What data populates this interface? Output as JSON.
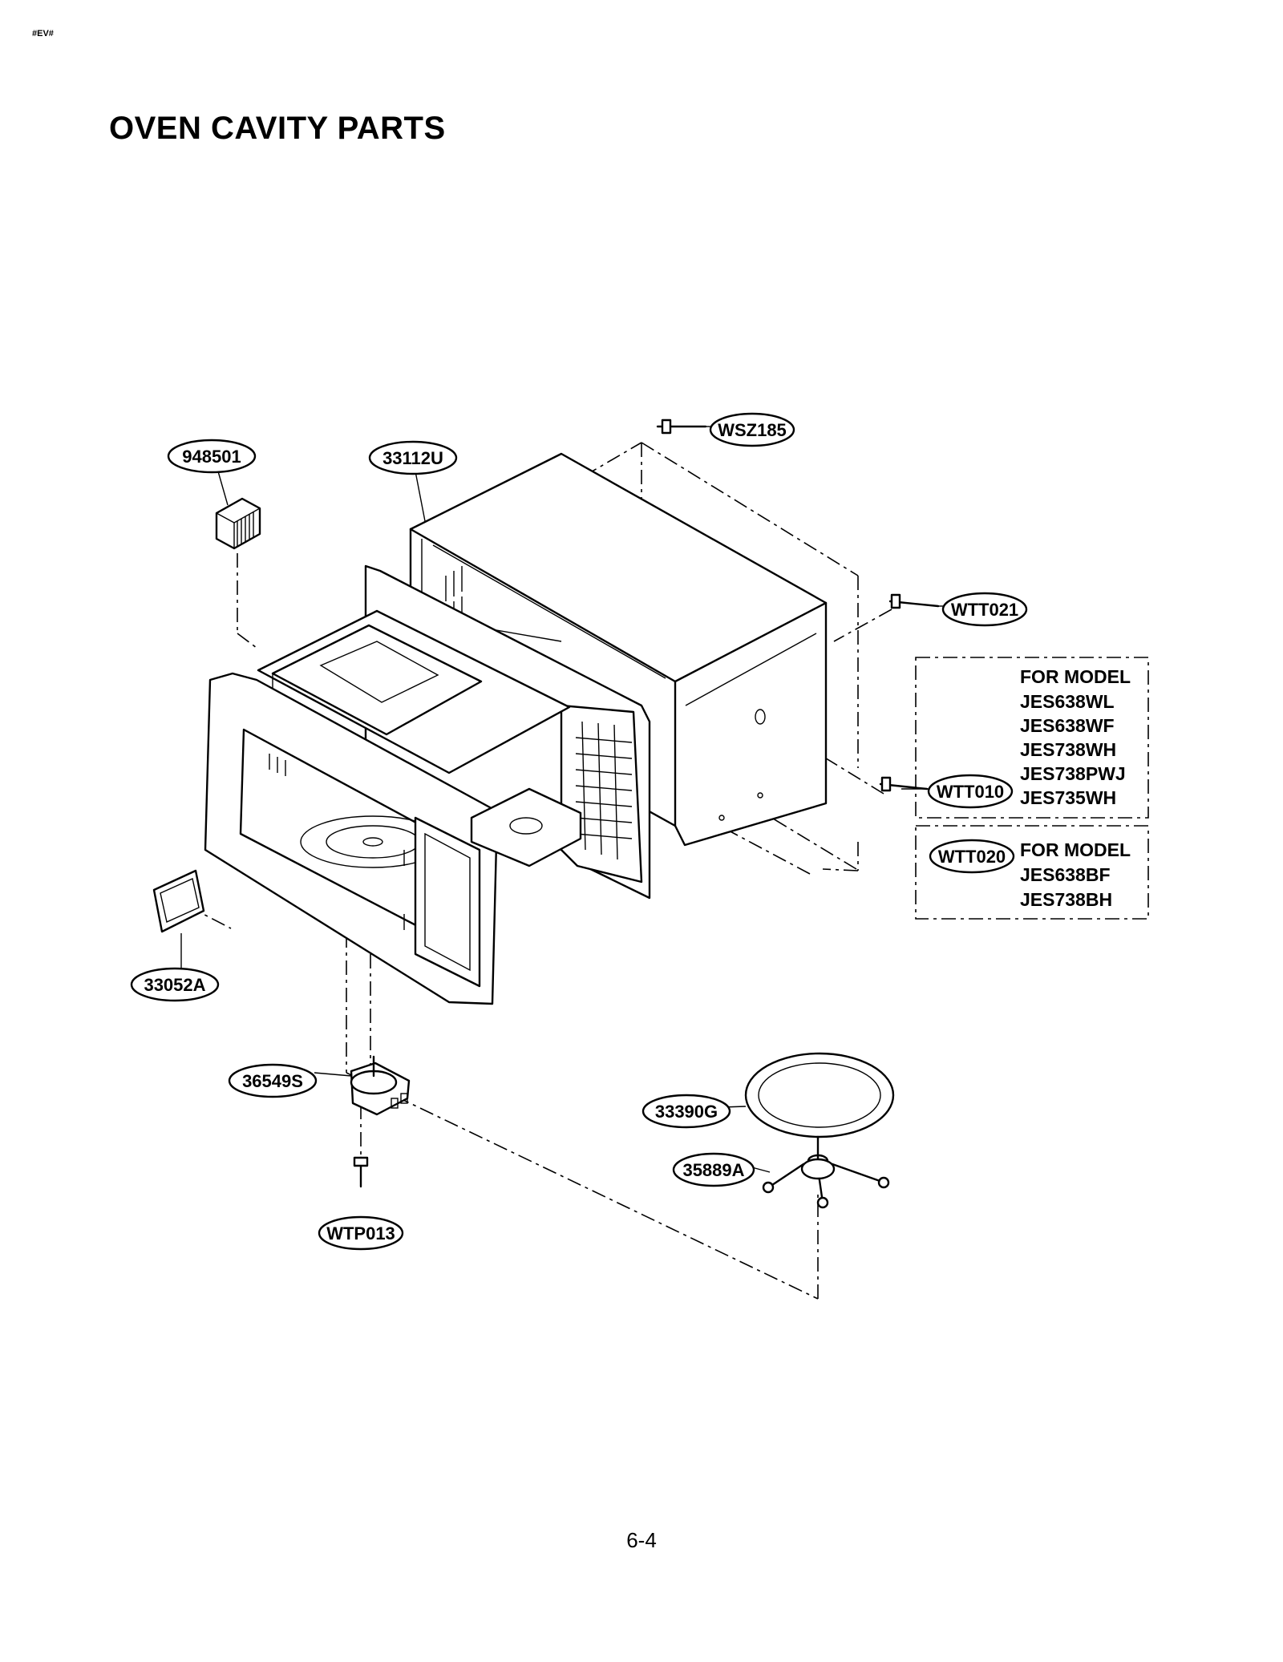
{
  "header": {
    "tag": "#EV#",
    "title": "OVEN CAVITY PARTS"
  },
  "parts": [
    {
      "id": "948501"
    },
    {
      "id": "33112U"
    },
    {
      "id": "WSZ185"
    },
    {
      "id": "WTT021"
    },
    {
      "id": "WTT010"
    },
    {
      "id": "WTT020"
    },
    {
      "id": "33052A"
    },
    {
      "id": "36549S"
    },
    {
      "id": "WTP013"
    },
    {
      "id": "33390G"
    },
    {
      "id": "35889A"
    }
  ],
  "model_notes": [
    {
      "heading": "FOR MODEL",
      "models": [
        "JES638WL",
        "JES638WF",
        "JES738WH",
        "JES738PWJ",
        "JES735WH"
      ]
    },
    {
      "heading": "FOR MODEL",
      "models": [
        "JES638BF",
        "JES738BH"
      ]
    }
  ],
  "footer": {
    "page_number": "6-4"
  }
}
